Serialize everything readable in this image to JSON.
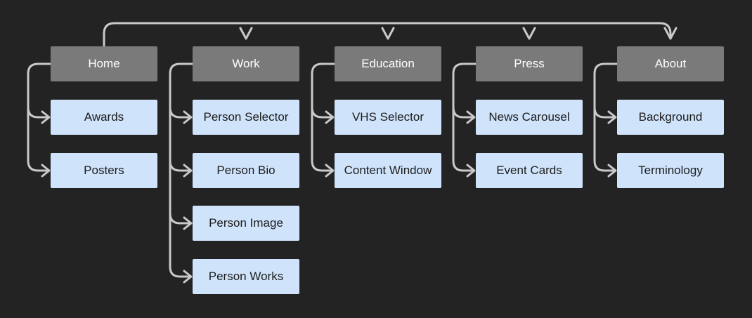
{
  "sitemap": {
    "columns": [
      {
        "label": "Home",
        "children": [
          "Awards",
          "Posters"
        ]
      },
      {
        "label": "Work",
        "children": [
          "Person Selector",
          "Person Bio",
          "Person Image",
          "Person Works"
        ]
      },
      {
        "label": "Education",
        "children": [
          "VHS Selector",
          "Content Window"
        ]
      },
      {
        "label": "Press",
        "children": [
          "News Carousel",
          "Event Cards"
        ]
      },
      {
        "label": "About",
        "children": [
          "Background",
          "Terminology"
        ]
      }
    ]
  },
  "colors": {
    "background": "#232323",
    "top_node": "#7a7a7a",
    "child_node": "#cfe3fb",
    "connector": "#c9c9c9"
  }
}
